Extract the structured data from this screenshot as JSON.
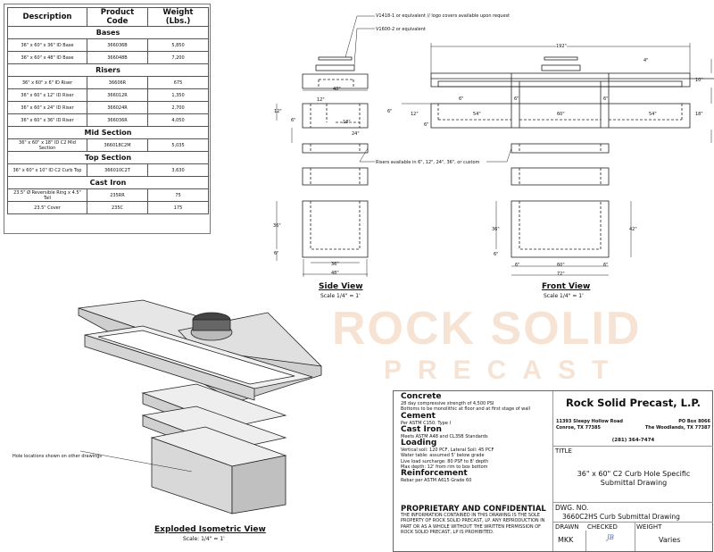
{
  "watermark": {
    "line1": "ROCK SOLID",
    "line2": "PRECAST"
  },
  "table": {
    "headers": [
      "Description",
      "Product Code",
      "Weight (Lbs.)"
    ],
    "sections": [
      {
        "title": "Bases",
        "rows": [
          [
            "36\" x 60\" x 36\" ID Base",
            "366036B",
            "5,850"
          ],
          [
            "36\" x 60\" x 48\" ID Base",
            "366048B",
            "7,200"
          ]
        ]
      },
      {
        "title": "Risers",
        "rows": [
          [
            "36\" x 60\" x 6\" ID Riser",
            "36606R",
            "675"
          ],
          [
            "36\" x 60\" x 12\" ID Riser",
            "366012R",
            "1,350"
          ],
          [
            "36\" x 60\" x 24\" ID Riser",
            "366024R",
            "2,700"
          ],
          [
            "36\" x 60\" x 36\" ID Riser",
            "366036R",
            "4,050"
          ]
        ]
      },
      {
        "title": "Mid Section",
        "rows": [
          [
            "36\" x 60\" x 18\" ID C2 Mid Section",
            "366018C2M",
            "5,035"
          ]
        ]
      },
      {
        "title": "Top Section",
        "rows": [
          [
            "36\" x 60\" x 10\" ID C2 Curb Top",
            "366010C2T",
            "3,630"
          ]
        ]
      },
      {
        "title": "Cast Iron",
        "rows": [
          [
            "23.5\" Ø Reversible Ring x 4.5\" Tall",
            "235RR",
            "75"
          ],
          [
            "23.5\" Cover",
            "235C",
            "175"
          ]
        ]
      }
    ]
  },
  "callouts": {
    "cover": "V1418-1 or equivalent // logo covers available upon request",
    "ring": "V1600-2 or equivalent",
    "risers": "Risers available in 6\", 12\", 24\", 36\", or custom",
    "holes": "Hole locations shown on other drawings"
  },
  "side_view": {
    "title": "Side View",
    "scale": "Scale 1/4\" = 1'",
    "dims": {
      "d48top": "48\"",
      "d12w": "12\"",
      "d12h": "12\"",
      "d6": "6\"",
      "d6r": "6\"",
      "d18": "18\"",
      "d24": "24\"",
      "d36": "36\"",
      "d6b": "6\"",
      "d36w": "36\"",
      "d48": "48\""
    }
  },
  "front_view": {
    "title": "Front View",
    "scale": "Scale 1/4\" = 1'",
    "dims": {
      "d192": "192\"",
      "d4": "4\"",
      "d10": "10\"",
      "d18": "18\"",
      "d12": "12\"",
      "d6": "6\"",
      "d6a": "6\"",
      "d6b": "6\"",
      "d6c": "6\"",
      "d54a": "54\"",
      "d60": "60\"",
      "d54b": "54\"",
      "d36": "36\"",
      "d42": "42\"",
      "d6d": "6\"",
      "d6e": "6\"",
      "d60b": "60\"",
      "d6f": "6\"",
      "d72": "72\""
    }
  },
  "iso_view": {
    "title": "Exploded Isometric View",
    "scale": "Scale: 1/4\" = 1'"
  },
  "notes": [
    {
      "heading": "Concrete",
      "lines": [
        "28 day compressive strength of 4,500 PSI",
        "Bottoms to be monolithic at floor and at first stage of wall"
      ]
    },
    {
      "heading": "Cement",
      "lines": [
        "Per ASTM C150: Type I"
      ]
    },
    {
      "heading": "Cast Iron",
      "lines": [
        "Meets ASTM A48 and CL35B Standards"
      ]
    },
    {
      "heading": "Loading",
      "lines": [
        "Vertical soil: 120 PCF, Lateral Soil: 45 PCF",
        "Water table: assumed 5' below grade",
        "Live load surcharge: 80 PSF to 8' depth",
        "Max depth: 12' from rim to box bottom"
      ]
    },
    {
      "heading": "Reinforcement",
      "lines": [
        "Rebar per ASTM A615 Grade 60"
      ]
    }
  ],
  "proprietary": {
    "heading": "PROPRIETARY AND CONFIDENTIAL",
    "text": "THE INFORMATION CONTAINED IN THIS DRAWING IS THE SOLE PROPERTY OF ROCK SOLID PRECAST, LP.  ANY REPRODUCTION IN PART OR AS A WHOLE WITHOUT THE WRITTEN PERMISSION OF ROCK SOLID PRECAST, LP IS PROHIBITED."
  },
  "company": {
    "name": "Rock Solid Precast, L.P.",
    "addr1_l1": "11393 Sleepy Hollow Road",
    "addr1_l2": "Conroe, TX 77385",
    "addr2_l1": "PO Box 8066",
    "addr2_l2": "The Woodlands, TX 77387",
    "phone": "(281) 364-7474"
  },
  "title_block": {
    "title_label": "TITLE",
    "title": "36\" x 60\" C2 Curb Hole Specific Submittal Drawing",
    "dwg_label": "DWG.  NO.",
    "dwg": "3660C2HS Curb Submittal Drawing",
    "drawn_label": "DRAWN",
    "drawn": "MKK",
    "checked_label": "CHECKED",
    "checked": "JB",
    "weight_label": "WEIGHT",
    "weight": "Varies"
  }
}
